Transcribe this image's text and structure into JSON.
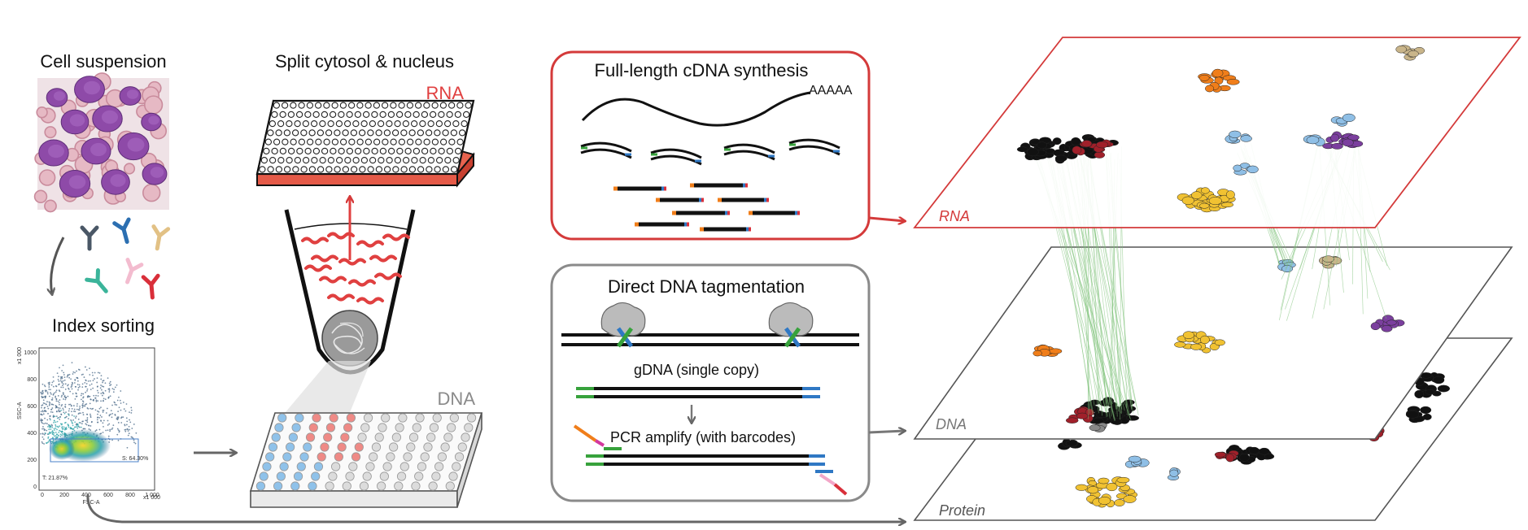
{
  "colors": {
    "rna_red": "#e04040",
    "box_red": "#d43a3a",
    "box_gray": "#8a8a8a",
    "blue": "#2f78c4",
    "green": "#37a23c",
    "orange": "#f07e1a",
    "yellow": "#f1c232",
    "purple": "#7b3f9e",
    "light_blue": "#8fbfe6",
    "tan": "#c9b58a",
    "dark_red": "#a0202a"
  },
  "col1": {
    "title": "Cell suspension",
    "sort_title": "Index sorting",
    "facs": {
      "ylabel": "SSC-A",
      "xlabel": "FSC-A",
      "x1000_top": "x1 000",
      "x1000_right": "x1 000",
      "gate_s": "S: 64.30%",
      "gate_t": "T: 21.87%",
      "y_ticks": [
        "1000",
        "800",
        "600",
        "400",
        "200",
        "0"
      ],
      "x_ticks": [
        "0",
        "200",
        "400",
        "600",
        "800",
        "1 000"
      ]
    }
  },
  "col2": {
    "title": "Split cytosol & nucleus",
    "rna_label": "RNA",
    "dna_label": "DNA"
  },
  "col3": {
    "cdna_title": "Full-length cDNA synthesis",
    "polya": "AAAAA",
    "dna_title": "Direct DNA tagmentation",
    "gdna": "gDNA  (single copy)",
    "pcr": "PCR amplify (with barcodes)"
  },
  "col4": {
    "rna_plane": "RNA",
    "dna_plane": "DNA",
    "protein_plane": "Protein"
  }
}
